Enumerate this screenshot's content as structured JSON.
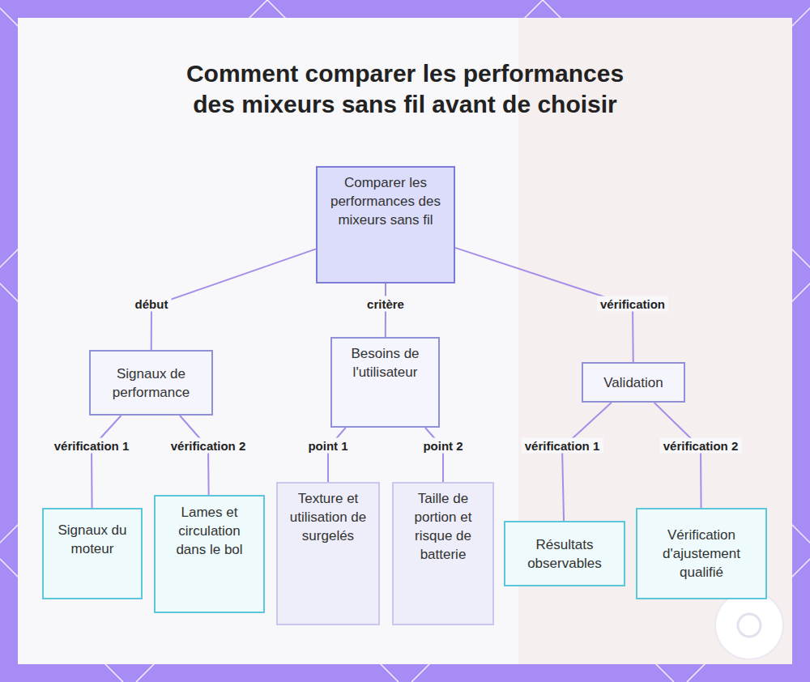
{
  "diagram": {
    "title": "Comment comparer les performances des mixeurs sans fil avant de choisir",
    "nodes": [
      {
        "text": [
          "Comparer les performances des mixeurs sans fil"
        ]
      },
      {
        "text": [
          "Signaux de performance"
        ]
      },
      {
        "text": [
          "Besoins de l'utilisateur"
        ]
      },
      {
        "text": [
          "Validation"
        ]
      },
      {
        "text": [
          "Signaux du moteur"
        ]
      },
      {
        "text": [
          "Lames et circulation dans le bol"
        ]
      },
      {
        "text": [
          "Texture et utilisation de surgelés"
        ]
      },
      {
        "text": [
          "Taille de portion et risque de batterie"
        ]
      },
      {
        "text": [
          "Résultats observables"
        ]
      },
      {
        "text": [
          "Vérification d'ajustement qualifié"
        ]
      }
    ],
    "edges": [
      {
        "from": 0,
        "to": 1,
        "label": "début",
        "arrow": "none"
      },
      {
        "from": 0,
        "to": 2,
        "label": "critère",
        "arrow": "none"
      },
      {
        "from": 0,
        "to": 3,
        "label": "vérification",
        "arrow": "none"
      },
      {
        "from": 1,
        "to": 4,
        "label": "vérification 1",
        "arrow": "none"
      },
      {
        "from": 1,
        "to": 5,
        "label": "vérification 2",
        "arrow": "none"
      },
      {
        "from": 2,
        "to": 6,
        "label": "point 1",
        "arrow": "none"
      },
      {
        "from": 2,
        "to": 7,
        "label": "point 2",
        "arrow": "none"
      },
      {
        "from": 3,
        "to": 8,
        "label": "vérification 1",
        "arrow": "none"
      },
      {
        "from": 3,
        "to": 9,
        "label": "vérification 2",
        "arrow": "none"
      }
    ]
  }
}
